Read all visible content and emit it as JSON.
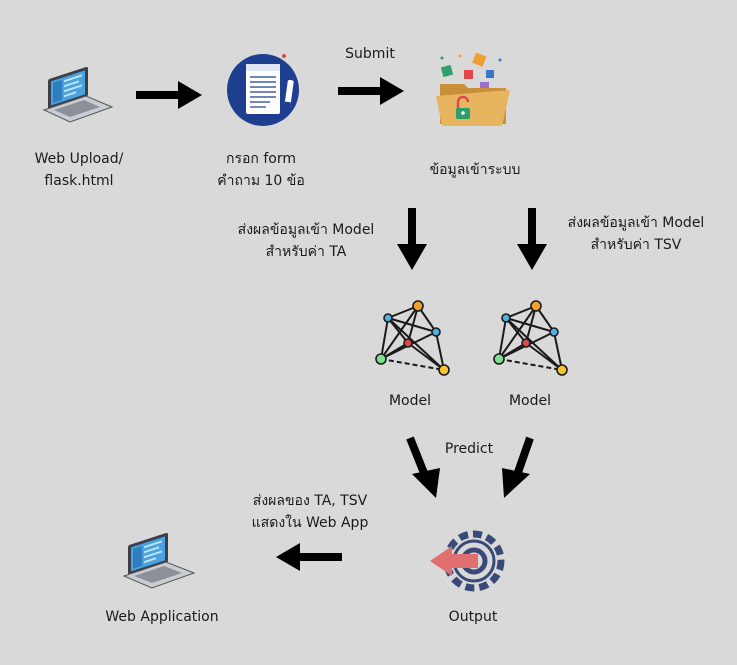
{
  "nodes": {
    "web_upload": {
      "line1": "Web Upload/",
      "line2": "flask.html",
      "icon": "laptop-icon"
    },
    "form": {
      "line1": "กรอก form",
      "line2": "คำถาม 10 ข้อ",
      "icon": "form-document-icon"
    },
    "data_in": {
      "label": "ข้อมูลเข้าระบบ",
      "icon": "open-folder-icon"
    },
    "model_ta": {
      "label": "Model",
      "icon": "network-model-icon"
    },
    "model_tsv": {
      "label": "Model",
      "icon": "network-model-icon"
    },
    "output": {
      "label": "Output",
      "icon": "output-gear-icon"
    },
    "web_app": {
      "label": "Web Application",
      "icon": "laptop-icon"
    }
  },
  "edges": {
    "submit": "Submit",
    "to_model_ta": {
      "line1": "ส่งผลข้อมูลเข้า Model",
      "line2": "สำหรับค่า TA"
    },
    "to_model_tsv": {
      "line1": "ส่งผลข้อมูลเข้า Model",
      "line2": "สำหรับค่า TSV"
    },
    "predict": "Predict",
    "to_web_app": {
      "line1": "ส่งผลของ TA, TSV",
      "line2": "แสดงใน Web App"
    }
  },
  "colors": {
    "background": "#d9d9d9",
    "arrow": "#000000",
    "form_circle": "#1e3f8f",
    "folder": "#e7b460",
    "output_arrow": "#e07070",
    "node_orange": "#f0a030",
    "node_blue": "#4fb2e0",
    "node_red": "#e04848",
    "node_green": "#7ee08a",
    "node_yellow": "#f5c431"
  }
}
